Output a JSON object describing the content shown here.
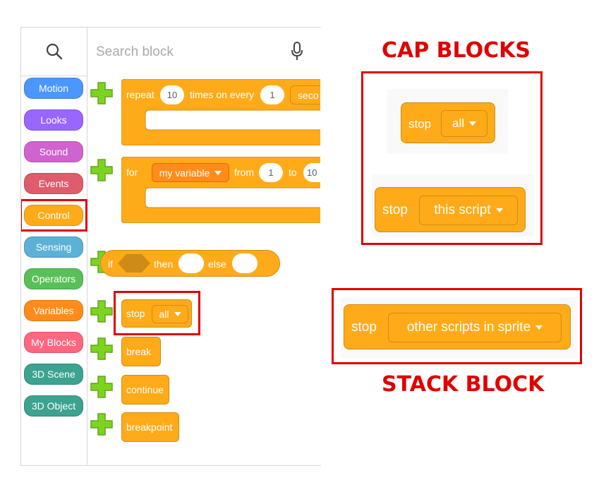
{
  "search": {
    "placeholder": "Search block"
  },
  "categories": [
    {
      "label": "Motion",
      "color": "#4c97ff"
    },
    {
      "label": "Looks",
      "color": "#9966ff"
    },
    {
      "label": "Sound",
      "color": "#cf63cf"
    },
    {
      "label": "Events",
      "color": "#de5c6b"
    },
    {
      "label": "Control",
      "color": "#ffab19"
    },
    {
      "label": "Sensing",
      "color": "#5cb1d6"
    },
    {
      "label": "Operators",
      "color": "#59c059"
    },
    {
      "label": "Variables",
      "color": "#ff8c1a"
    },
    {
      "label": "My Blocks",
      "color": "#ff6680"
    },
    {
      "label": "3D Scene",
      "color": "#3ba38f"
    },
    {
      "label": "3D Object",
      "color": "#3ba38f"
    }
  ],
  "blocks": {
    "repeat": {
      "kw": "repeat",
      "count": "10",
      "mid": "times on every",
      "interval": "1",
      "unit": "seco"
    },
    "for": {
      "kw": "for",
      "var": "my variable",
      "from_kw": "from",
      "from_val": "1",
      "to_kw": "to",
      "to_val": "10"
    },
    "ifelse": {
      "kw": "if",
      "then": "then",
      "else": "else"
    },
    "stop": {
      "kw": "stop",
      "option": "all"
    },
    "break": {
      "kw": "break"
    },
    "continue": {
      "kw": "continue"
    },
    "breakpoint": {
      "kw": "breakpoint"
    }
  },
  "annotations": {
    "cap_heading": "CAP BLOCKS",
    "stack_heading": "STACK BLOCK",
    "cap1": {
      "kw": "stop",
      "option": "all"
    },
    "cap2": {
      "kw": "stop",
      "option": "this script"
    },
    "stack1": {
      "kw": "stop",
      "option": "other scripts in sprite"
    }
  },
  "colors": {
    "control": "#ffab19",
    "highlight": "#e00000",
    "plus": "#7ed321"
  }
}
